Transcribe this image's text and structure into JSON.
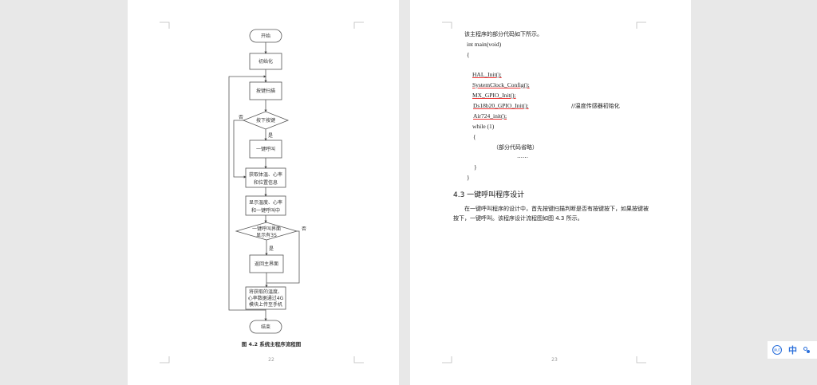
{
  "left_page": {
    "flowchart": {
      "start": "开始",
      "init": "初始化",
      "scan": "按键扫描",
      "pressed": "按下按键",
      "yes1": "是",
      "no1": "否",
      "call": "一键呼叫",
      "get_line1": "获取体温、心率",
      "get_line2": "和位置信息",
      "show_line1": "显示温度、心率",
      "show_line2": "和一键呼叫中",
      "cond_line1": "一键呼叫界面",
      "cond_line2": "显示有3S",
      "yes2": "是",
      "no2": "否",
      "back": "返回主界面",
      "send_line1": "将获取的温度、",
      "send_line2": "心率数据通过4G",
      "send_line3": "模块上传至手机",
      "end": "结束"
    },
    "caption": "图 4.2  系统主程序流程图",
    "page_number": "22"
  },
  "right_page": {
    "intro": "该主程序的部分代码如下所示。",
    "code": {
      "l1": "int main(void)",
      "l2": "{",
      "l3": "HAL_Init();",
      "l4": "SystemClock_Config();",
      "l5": "MX_GPIO_Init();",
      "l6": "Ds18b20_GPIO_Init();",
      "l6_comment": "//温度传感器初始化",
      "l7": "Air724_init();",
      "l8": "while (1)",
      "l9": "{",
      "l10": "（部分代码省略）",
      "l11": "……",
      "l12": "}",
      "l13": "}"
    },
    "heading": "4.3  一键呼叫程序设计",
    "para_line1": "在一键呼叫程序的设计中，首先按键扫描判断是否有按键按下，如果按键被",
    "para_line2": "按下，一键呼叫。该程序设计流程图如图 4.3 所示。",
    "page_number": "23"
  },
  "ime": {
    "lang": "中",
    "icon": "ime-logo-icon"
  }
}
